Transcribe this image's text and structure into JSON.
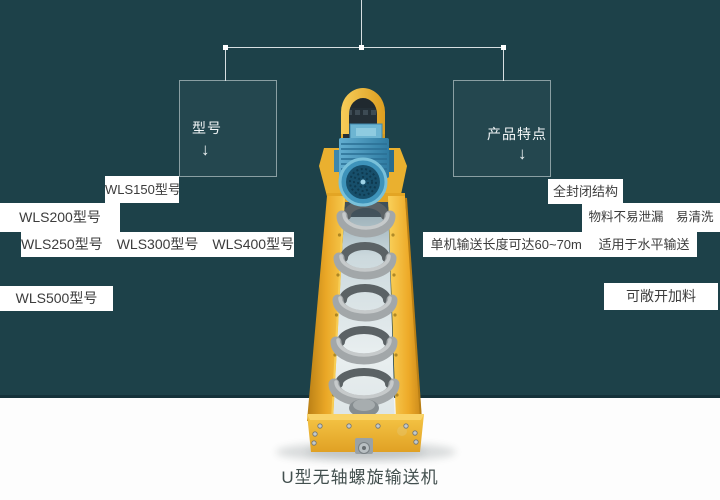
{
  "caption": {
    "text": "U型无轴螺旋输送机"
  },
  "tree": {
    "left_box": {
      "title": "型号",
      "arrow": "↓"
    },
    "right_box": {
      "title": "产品特点",
      "arrow": "↓"
    }
  },
  "models": {
    "items": [
      {
        "text": "WLS150型号"
      },
      {
        "text": "WLS200型号"
      },
      {
        "text": "WLS250型号　WLS300型号　WLS400型号"
      },
      {
        "text": "WLS500型号"
      }
    ]
  },
  "features": {
    "items": [
      {
        "text": "全封闭结构"
      },
      {
        "text": "物料不易泄漏　易清洗"
      },
      {
        "text": "单机输送长度可达60~70m　 适用于水平输送"
      },
      {
        "text": "可敞开加料"
      }
    ]
  },
  "machine": {
    "name": "U型无轴螺旋输送机"
  },
  "colors": {
    "background_teal": "#1d4149",
    "floor_white": "#fdfdfd",
    "chip_background": "#ffffff",
    "chip_text": "#3c3c3c",
    "connector_line": "#f8fbfb",
    "machine_yellow": "#f2b93c",
    "motor_blue": "#4796bb",
    "spiral_gray": "#a2a7a9",
    "caption_text": "#43504f"
  }
}
